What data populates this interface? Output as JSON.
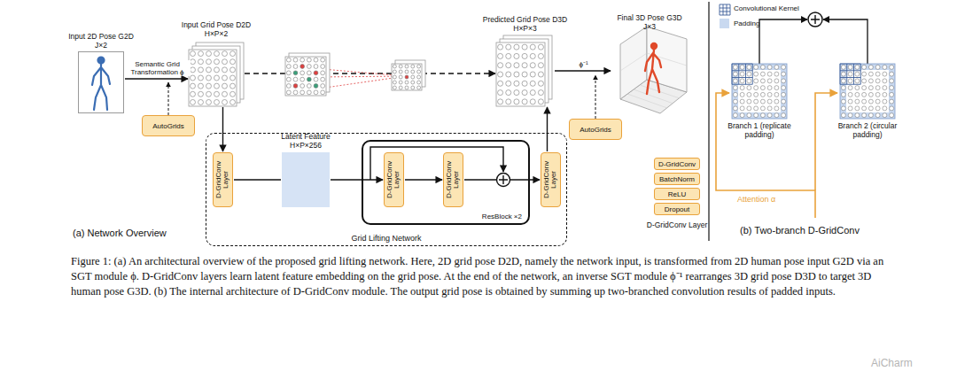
{
  "diagram": {
    "caption": "Figure 1: (a) An architectural overview of the proposed grid lifting network. Here, 2D grid pose D2D, namely the network input, is transformed from 2D human pose input G2D via an SGT module ϕ. D-GridConv layers learn latent feature embedding on the grid pose. At the end of the network, an inverse SGT module ϕ⁻¹ rearranges 3D grid pose D3D to target 3D human pose G3D. (b) The internal architecture of D-GridConv module. The output grid pose is obtained by summing up two-branched convolution results of padded inputs.",
    "nodes": [
      {
        "text": [
          "Input 2D Pose G2D",
          "J×2"
        ]
      },
      {
        "text": [
          "Input Grid Pose D2D",
          "H×P×2"
        ]
      },
      {
        "text": [
          "Predicted Grid Pose D3D",
          "H×P×3"
        ]
      },
      {
        "text": [
          "Final 3D Pose G3D",
          "J×3"
        ]
      },
      {
        "text": [
          "AutoGrids"
        ]
      },
      {
        "text": [
          "AutoGrids"
        ]
      },
      {
        "text": [
          "Grid Lifting Network"
        ]
      },
      {
        "text": [
          "D-GridConv Layer"
        ],
        "in": 6
      },
      {
        "text": [
          "Latent Feature",
          "H×P×256"
        ],
        "in": 6
      },
      {
        "text": [
          "ResBlock ×2"
        ],
        "in": 6
      },
      {
        "text": [
          "D-GridConv Layer"
        ],
        "in": 9
      },
      {
        "text": [
          "D-GridConv Layer"
        ],
        "in": 9
      },
      {
        "text": [
          "D-GridConv Layer"
        ],
        "in": 6
      },
      {
        "text": [
          "D-GridConv Layer"
        ]
      },
      {
        "text": [
          "D-GridConv"
        ],
        "in": 13
      },
      {
        "text": [
          "BatchNorm"
        ],
        "in": 13
      },
      {
        "text": [
          "ReLU"
        ],
        "in": 13
      },
      {
        "text": [
          "Dropout"
        ],
        "in": 13
      },
      {
        "text": [
          "Branch 1 (replicate padding)"
        ]
      },
      {
        "text": [
          "Branch 2 (circular padding)"
        ]
      }
    ],
    "edges": [
      {
        "from": 0,
        "to": 1,
        "label": "Semantic Grid Transformation ϕ",
        "arrow": "to"
      },
      {
        "from": 1,
        "to": 2,
        "arrow": "to"
      },
      {
        "from": 2,
        "to": 3,
        "label": "ϕ⁻¹",
        "arrow": "to"
      },
      {
        "from": 1,
        "to": 7,
        "arrow": "to"
      },
      {
        "from": 7,
        "to": 8,
        "arrow": "none"
      },
      {
        "from": 8,
        "to": 10,
        "arrow": "to"
      },
      {
        "from": 10,
        "to": 11,
        "arrow": "to"
      },
      {
        "from": 11,
        "to": 12,
        "arrow": "to"
      },
      {
        "from": 12,
        "to": 2,
        "arrow": "to"
      }
    ],
    "labels": [
      "(a) Network Overview",
      "Attention α",
      "(b) Two-branch D-GridConv",
      "AiCharm"
    ],
    "legend": [
      {
        "text": "Convolutional Kernel"
      },
      {
        "text": "Padding",
        "color": "#c9d9f0"
      }
    ]
  }
}
